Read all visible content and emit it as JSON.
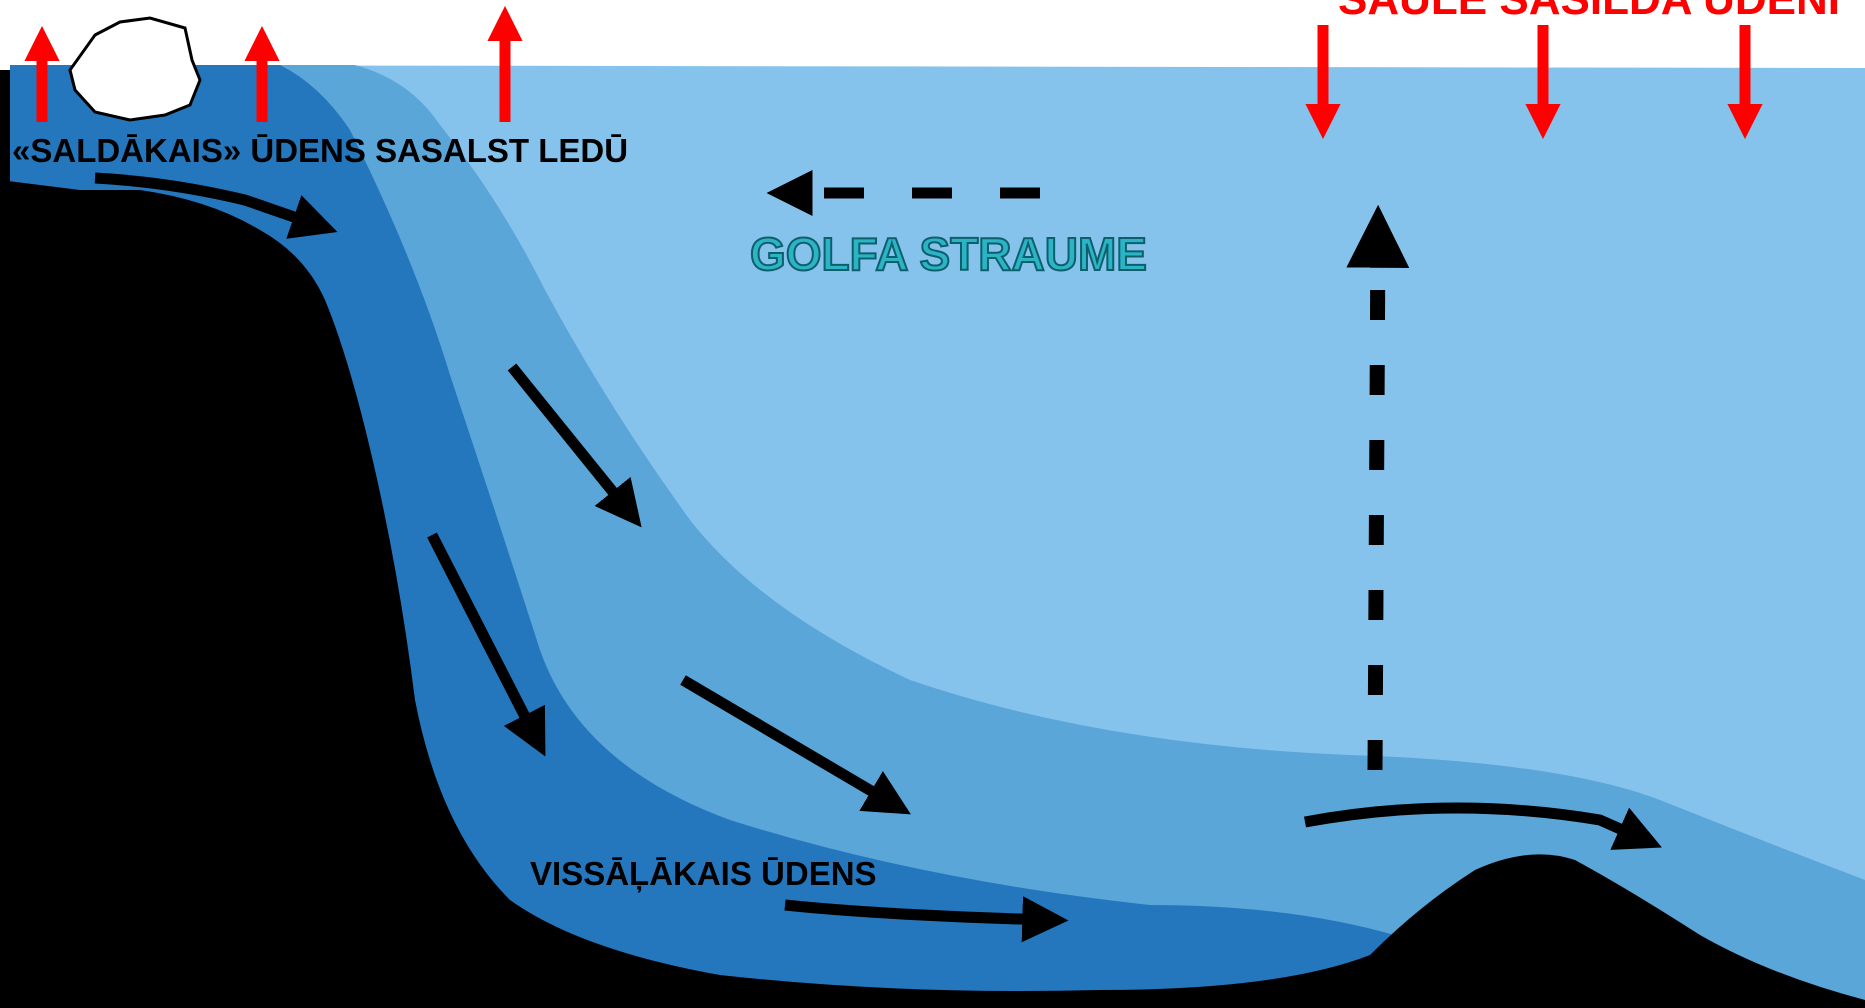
{
  "colors": {
    "background": "#000000",
    "sky": "#ffffff",
    "surface_water": "#85c3ec",
    "middle_water": "#5aa6d8",
    "deep_water": "#2577bd",
    "heat_arrows": "#ff0000",
    "flow_arrows": "#000000",
    "golfa_label_fill": "#2ab4c6",
    "golfa_label_outline": "#0e5f6b",
    "header_text": "#ff0000",
    "label_text": "#000000"
  },
  "labels": {
    "header": "SAULE SASILDA ŪDENI",
    "ice": "«SALDĀKAIS» ŪDENS SASALST LEDŪ",
    "gulf_stream": "GOLFA STRAUME",
    "saltiest": "VISSĀĻĀKAIS ŪDENS"
  },
  "icons": {
    "ice_block": "iceberg-icon",
    "heat_loss": "arrow-up-icon",
    "sun_heat": "arrow-down-icon"
  }
}
